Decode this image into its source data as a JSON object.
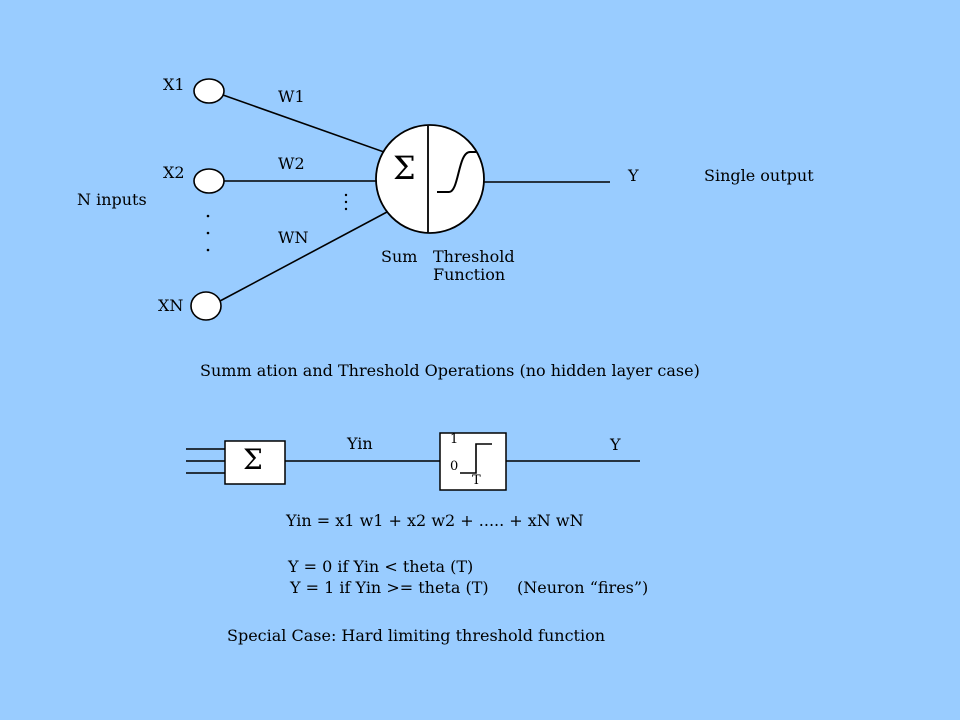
{
  "diagram": {
    "inputs": {
      "x1": "X1",
      "x2": "X2",
      "xn": "XN",
      "group_label": "N inputs"
    },
    "weights": {
      "w1": "W1",
      "w2": "W2",
      "wn": "WN"
    },
    "neuron": {
      "sum_symbol": "Σ",
      "sum_label": "Sum",
      "threshold_label_line1": "Threshold",
      "threshold_label_line2": "Function"
    },
    "output": {
      "label": "Y",
      "description": "Single output"
    },
    "caption": "Summ ation and Threshold Operations (no hidden layer case)",
    "block": {
      "sum_symbol": "Σ",
      "yin_label": "Yin",
      "step_high": "1",
      "step_low": "0",
      "step_threshold": "T",
      "output_label": "Y"
    },
    "equations": {
      "yin": "Yin = x1 w1  + x2 w2 + ..... + xN wN",
      "y0": "Y = 0   if   Yin < theta (T)",
      "y1": "Y = 1  if   Yin >= theta (T)",
      "fires": "(Neuron “fires”)"
    },
    "special_case": "Special Case: Hard limiting threshold function"
  }
}
